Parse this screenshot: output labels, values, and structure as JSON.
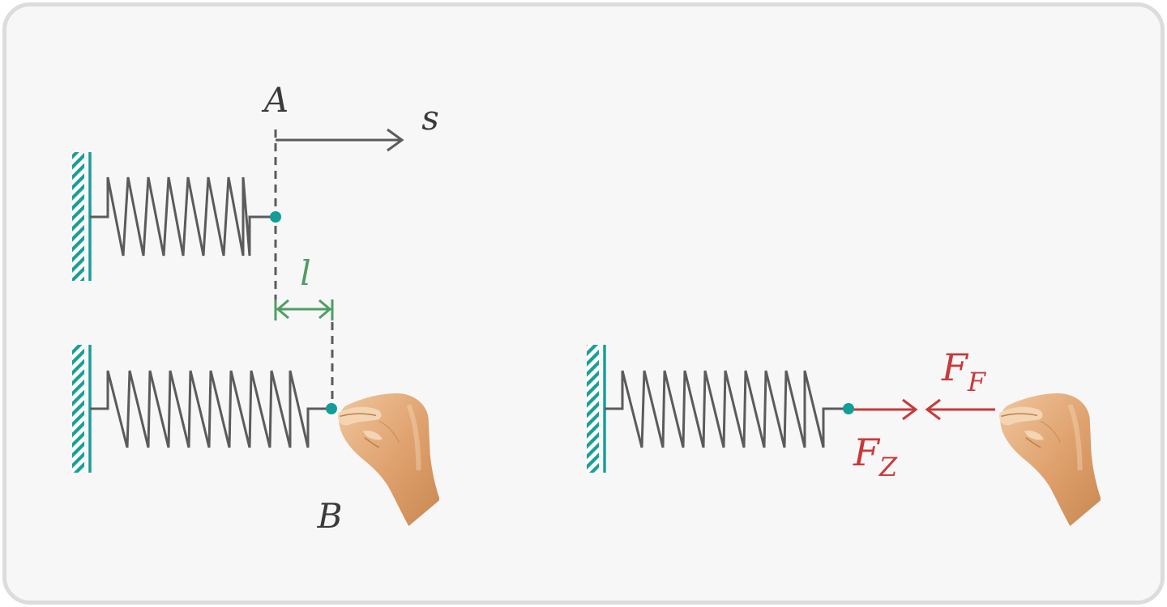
{
  "labels": {
    "point_a": "A",
    "axis_s": "s",
    "length_l": "l",
    "point_b": "B",
    "force_f_main": "F",
    "force_f_sub": "F",
    "force_z_main": "F",
    "force_z_sub": "Z"
  },
  "colors": {
    "wall": "#1a9e98",
    "spring": "#5b5b5b",
    "point": "#129d98",
    "length_marker": "#4e9e64",
    "force": "#c83a3a",
    "text": "#3a3a3a",
    "hand": "#dea06c",
    "hand_shadow": "#c07e48",
    "hand_highlight": "#f3d5b4"
  }
}
